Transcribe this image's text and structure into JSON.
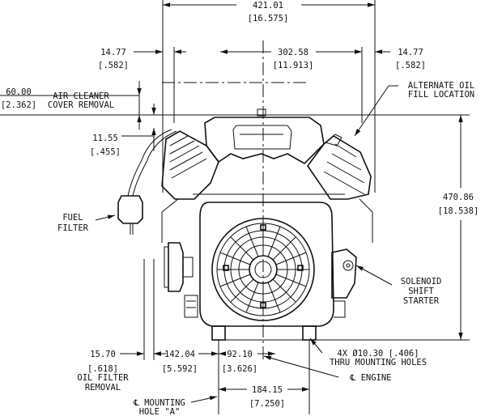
{
  "dimensions": {
    "overall_width": {
      "mm": "421.01",
      "in": "[16.575]"
    },
    "cyl_left": {
      "mm": "14.77",
      "in": "[.582]"
    },
    "cyl_span": {
      "mm": "302.58",
      "in": "[11.913]"
    },
    "cyl_right": {
      "mm": "14.77",
      "in": "[.582]"
    },
    "air_cleaner": {
      "mm": "60.00",
      "in": "[2.362]"
    },
    "height_1155": {
      "mm": "11.55",
      "in": "[.455]"
    },
    "height": {
      "mm": "470.86",
      "in": "[18.538]"
    },
    "oil_filter": {
      "mm": "15.70",
      "in": "[.618]"
    },
    "hole_left": {
      "mm": "142.04",
      "in": "[5.592]"
    },
    "hole_center": {
      "mm": "92.10",
      "in": "[3.626]"
    },
    "mount_span": {
      "mm": "184.15",
      "in": "[7.250]"
    }
  },
  "labels": {
    "air_cleaner_1": "AIR CLEANER",
    "air_cleaner_2": "COVER REMOVAL",
    "alt_oil_1": "ALTERNATE OIL",
    "alt_oil_2": "FILL LOCATION",
    "fuel_1": "FUEL",
    "fuel_2": "FILTER",
    "solenoid_1": "SOLENOID",
    "solenoid_2": "SHIFT",
    "solenoid_3": "STARTER",
    "holes_1": "4X Ø10.30 [.406]",
    "holes_2": "THRU MOUNTING HOLES",
    "engine": "℄ ENGINE",
    "oil_filter_1": "OIL FILTER",
    "oil_filter_2": "REMOVAL",
    "mount_hole_1": "℄ MOUNTING",
    "mount_hole_2": "HOLE \"A\""
  }
}
